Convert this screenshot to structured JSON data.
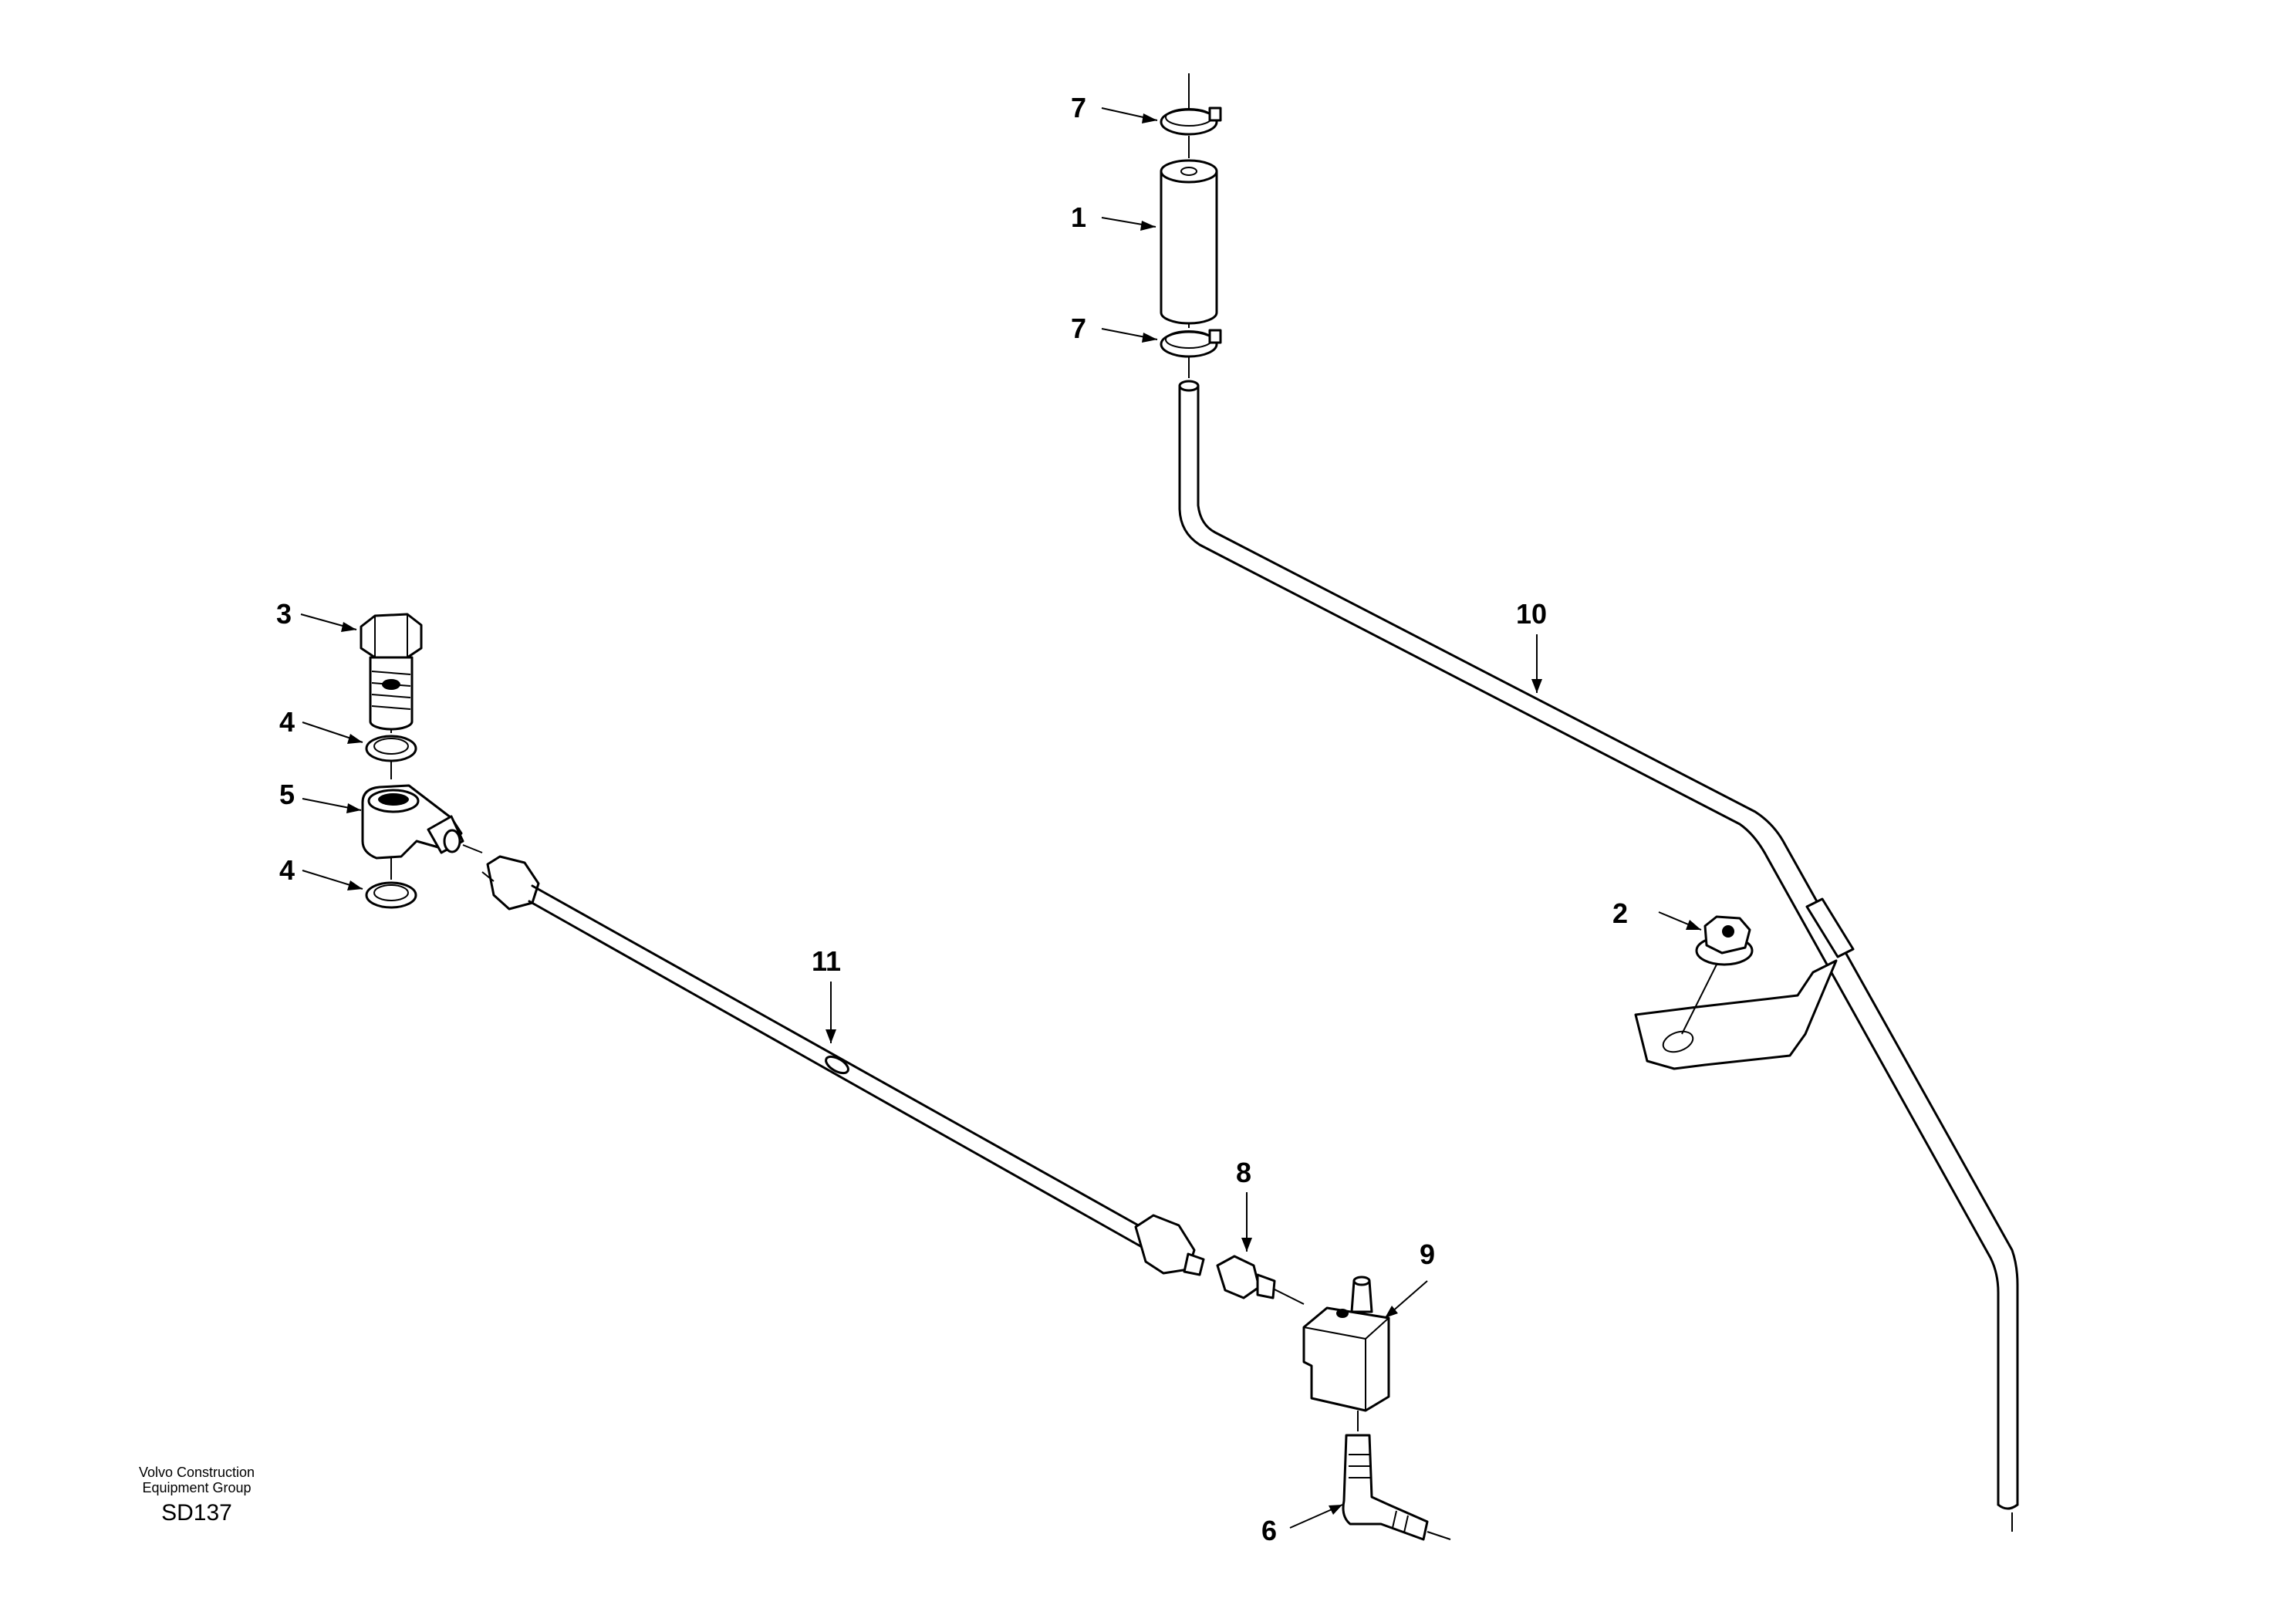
{
  "callouts": {
    "c1": "1",
    "c2": "2",
    "c3": "3",
    "c4a": "4",
    "c4b": "4",
    "c5": "5",
    "c6": "6",
    "c7a": "7",
    "c7b": "7",
    "c8": "8",
    "c9": "9",
    "c10": "10",
    "c11": "11"
  },
  "footer": {
    "company_line1": "Volvo Construction",
    "company_line2": "Equipment Group",
    "code": "SD137"
  }
}
